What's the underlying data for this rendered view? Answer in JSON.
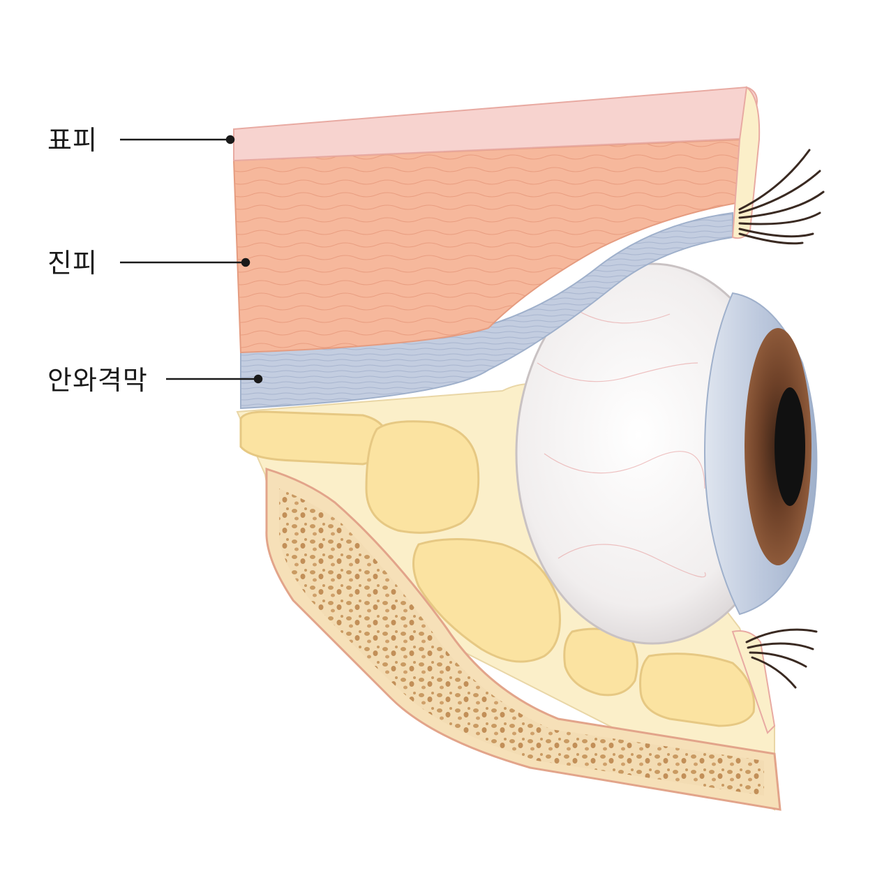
{
  "labels": {
    "epidermis": "표피",
    "dermis": "진피",
    "orbital_septum": "안와격막"
  },
  "colors": {
    "epidermis": "#f7d3cf",
    "dermis": "#f6b89c",
    "septum": "#c3cde0",
    "fat": "#fbe3a1",
    "connective": "#fbefc9",
    "bone_outer": "#f6e0b8",
    "bone_pore": "#c99a62",
    "sclera": "#f6f4f3",
    "iris": "#7a4a30",
    "cornea": "#b9c6dc",
    "pupil": "#111111",
    "lash": "#3a2a22"
  },
  "icons": [
    "eyeball-illustration",
    "eyelash-illustration",
    "orbital-fat-illustration",
    "orbital-bone-illustration"
  ]
}
